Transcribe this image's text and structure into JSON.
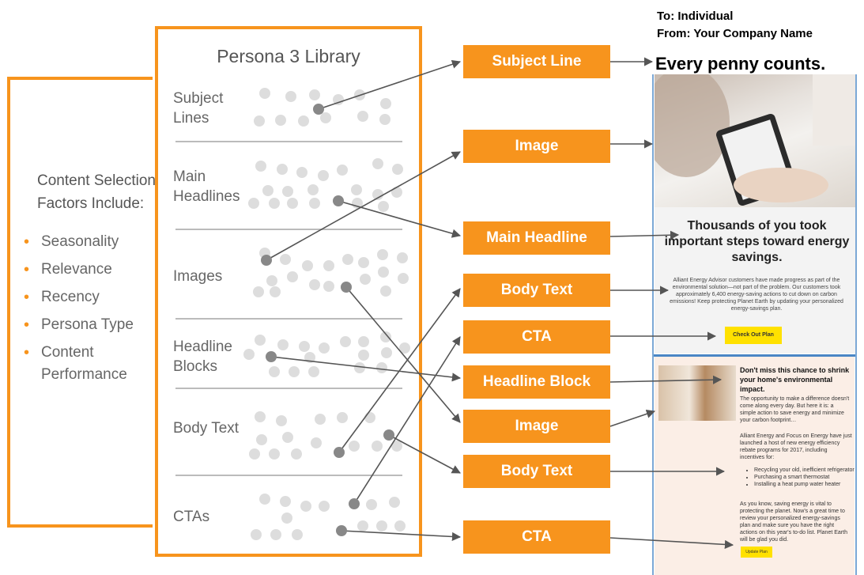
{
  "factors": {
    "title": "Content Selection Factors Include:",
    "items": [
      "Seasonality",
      "Relevance",
      "Recency",
      "Persona Type",
      "Content Performance"
    ]
  },
  "library": {
    "title": "Persona 3 Library",
    "sections": [
      {
        "label": "Subject Lines"
      },
      {
        "label": "Main Headlines"
      },
      {
        "label": "Images"
      },
      {
        "label": "Headline Blocks"
      },
      {
        "label": "Body Text"
      },
      {
        "label": "CTAs"
      }
    ]
  },
  "components": [
    {
      "label": "Subject Line"
    },
    {
      "label": "Image"
    },
    {
      "label": "Main Headline"
    },
    {
      "label": "Body Text"
    },
    {
      "label": "CTA"
    },
    {
      "label": "Headline Block"
    },
    {
      "label": "Image"
    },
    {
      "label": "Body Text"
    },
    {
      "label": "CTA"
    }
  ],
  "email": {
    "to": "To: Individual",
    "from": "From: Your Company Name",
    "subject": "Every penny counts.",
    "headline": "Thousands of you took important steps toward energy savings.",
    "body": "Alliant Energy Advisor customers have made progress as part of the environmental solution—not part of the problem. Our customers took approximately 6,400 energy-saving actions to cut down on carbon emissions! Keep protecting Planet Earth by updating your personalized energy-savings plan.",
    "cta1": "Check Out Plan",
    "block_headline": "Don't miss this chance to shrink your home's environmental impact.",
    "block_text": "The opportunity to make a difference doesn't come along every day. But here it is: a simple action to save energy and minimize your carbon footprint…",
    "block_text2": "Alliant Energy and Focus on Energy have just launched a host of new energy efficiency rebate programs for 2017, including incentives for:",
    "bullets": [
      "Recycling your old, inefficient refrigerator",
      "Purchasing a smart thermostat",
      "Installing a heat pump water heater"
    ],
    "block_text3": "As you know, saving energy is vital to protecting the planet. Now's a great time to review your personalized energy-savings plan and make sure you have the right actions on this year's to-do list. Planet Earth will be glad you did.",
    "cta2": "Update Plan"
  },
  "colors": {
    "accent": "#f7941d",
    "dot": "#dddddd",
    "selected": "#888888",
    "arrow": "#555555"
  }
}
